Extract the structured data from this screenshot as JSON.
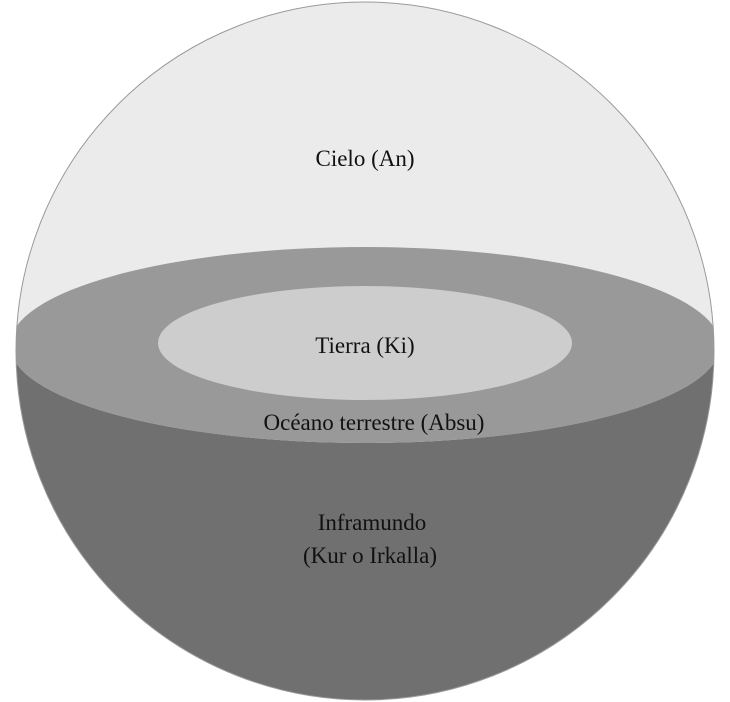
{
  "diagram": {
    "layers": {
      "sky": {
        "label": "Cielo (An)",
        "color": "#ebebeb"
      },
      "earth": {
        "label": "Tierra (Ki)",
        "color": "#cdcdcd"
      },
      "ocean": {
        "label": "Océano terrestre (Absu)",
        "color": "#999999"
      },
      "underworld": {
        "label_line1": "Inframundo",
        "label_line2": "(Kur o Irkalla)",
        "color": "#707070"
      }
    },
    "outline_color": "#9a9a9a"
  }
}
